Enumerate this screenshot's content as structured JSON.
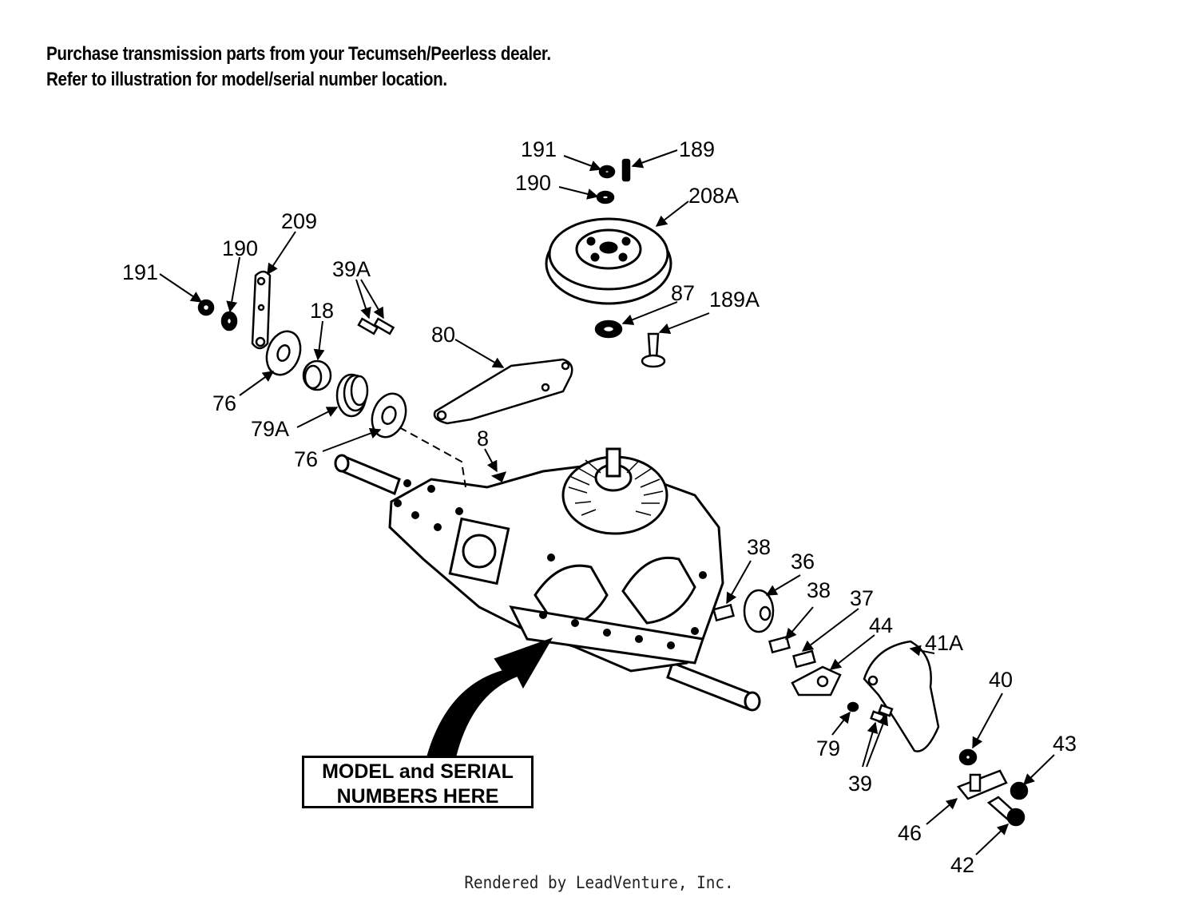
{
  "header": {
    "line1": "Purchase transmission parts from your Tecumseh/Peerless dealer.",
    "line2": "Refer to illustration for model/serial number location."
  },
  "callout": {
    "line1": "MODEL and SERIAL",
    "line2": "NUMBERS HERE"
  },
  "footer": "Rendered by LeadVenture, Inc.",
  "parts": {
    "p191_top": "191",
    "p189": "189",
    "p190_top": "190",
    "p208A": "208A",
    "p209": "209",
    "p190_left": "190",
    "p191_left": "191",
    "p39A": "39A",
    "p18": "18",
    "p80": "80",
    "p87": "87",
    "p189A": "189A",
    "p76_upper": "76",
    "p79A": "79A",
    "p76_lower": "76",
    "p8": "8",
    "p38_upper": "38",
    "p36": "36",
    "p38_lower": "38",
    "p37": "37",
    "p44": "44",
    "p41A": "41A",
    "p40": "40",
    "p43": "43",
    "p79": "79",
    "p39": "39",
    "p46": "46",
    "p42": "42"
  }
}
